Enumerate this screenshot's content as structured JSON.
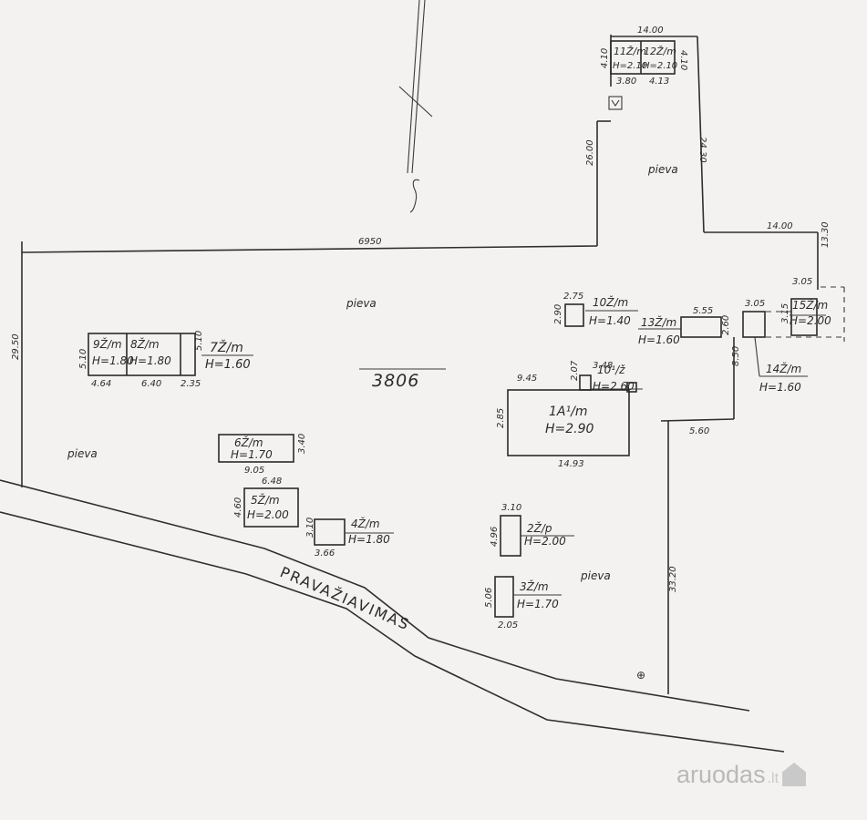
{
  "plan": {
    "area": "3806",
    "road_label": "PRAVAŽIAVIMAS",
    "meadow_labels": [
      "pieva",
      "pieva",
      "pieva",
      "pieva"
    ],
    "boundary_dims": [
      "6950",
      "29.50",
      "26.00",
      "24.30",
      "14.00",
      "14.00",
      "13.30",
      "8.50",
      "5.60",
      "33.20"
    ],
    "buildings": [
      {
        "label": "1A¹/m",
        "height": "H=2.90",
        "dims": [
          "14.93",
          "9.45",
          "2.85"
        ]
      },
      {
        "label": "2Ž/p",
        "height": "H=2.00",
        "dims": [
          "3.10",
          "4.96"
        ]
      },
      {
        "label": "3Ž/m",
        "height": "H=1.70",
        "dims": [
          "2.05",
          "5.06"
        ]
      },
      {
        "label": "4Ž/m",
        "height": "H=1.80",
        "dims": [
          "3.66",
          "3.10"
        ]
      },
      {
        "label": "5Ž/m",
        "height": "H=2.00",
        "dims": [
          "6.48",
          "4.60"
        ]
      },
      {
        "label": "6Ž/m",
        "height": "H=1.70",
        "dims": [
          "9.05",
          "3.40"
        ]
      },
      {
        "label": "7Ž/m",
        "height": "H=1.60",
        "dims": [
          "2.35",
          "5.10"
        ]
      },
      {
        "label": "8Ž/m",
        "height": "H=1.80",
        "dims": [
          "6.40"
        ]
      },
      {
        "label": "9Ž/m",
        "height": "H=1.80",
        "dims": [
          "4.64",
          "5.10"
        ]
      },
      {
        "label": "10Ž/m",
        "height": "H=1.40",
        "dims": [
          "2.75",
          "2.90"
        ]
      },
      {
        "label": "10¹/ž",
        "height": "H=2.60",
        "dims": [
          "3.48",
          "2.07"
        ]
      },
      {
        "label": "13Ž/m",
        "height": "H=1.60",
        "dims": [
          "5.55",
          "2.60"
        ]
      },
      {
        "label": "14Ž/m",
        "height": "H=1.60",
        "dims": [
          "3.05"
        ]
      },
      {
        "label": "15Ž/m",
        "height": "H=2.00",
        "dims": [
          "3.05",
          "3.15"
        ]
      },
      {
        "label": "11Ž/m",
        "height": "H=2.10",
        "dims": [
          "3.80",
          "4.10"
        ]
      },
      {
        "label": "12Ž/m",
        "height": "H=2.10",
        "dims": [
          "4.13",
          "4.10"
        ]
      }
    ]
  },
  "watermark": {
    "brand": "aruodas",
    "tld": ".lt"
  }
}
